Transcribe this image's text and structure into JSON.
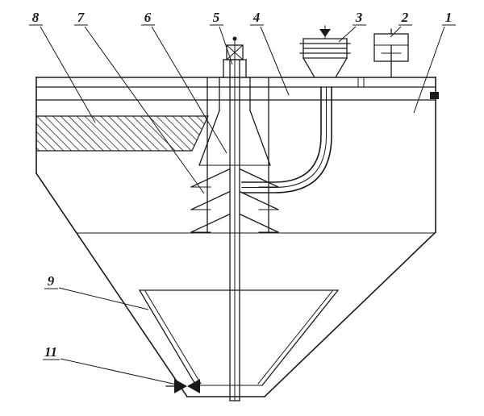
{
  "page": {
    "background": "#ffffff"
  },
  "drawing": {
    "ink_color": "#1a1a1a",
    "callouts": [
      {
        "label": "8"
      },
      {
        "label": "7"
      },
      {
        "label": "6"
      },
      {
        "label": "5"
      },
      {
        "label": "4"
      },
      {
        "label": "3"
      },
      {
        "label": "2"
      },
      {
        "label": "1"
      },
      {
        "label": "9"
      },
      {
        "label": "11"
      }
    ]
  }
}
